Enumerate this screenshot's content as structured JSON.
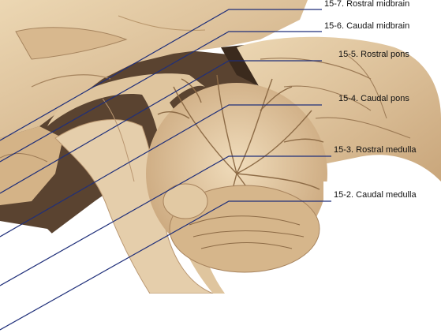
{
  "colors": {
    "background": "#ffffff",
    "leader_line": "#1f2f7a",
    "tissue_light": "#e7cfa9",
    "tissue_mid": "#d6b78d",
    "tissue_dark": "#8a6a49",
    "label_text": "#111111"
  },
  "labels": [
    {
      "id": "rostral-midbrain",
      "text": "15-7. Rostral midbrain"
    },
    {
      "id": "caudal-midbrain",
      "text": "15-6. Caudal midbrain"
    },
    {
      "id": "rostral-pons",
      "text": "15-5. Rostral pons"
    },
    {
      "id": "caudal-pons",
      "text": "15-4. Caudal pons"
    },
    {
      "id": "rostral-medulla",
      "text": "15-3. Rostral medulla"
    },
    {
      "id": "caudal-medulla",
      "text": "15-2. Caudal medulla"
    }
  ]
}
